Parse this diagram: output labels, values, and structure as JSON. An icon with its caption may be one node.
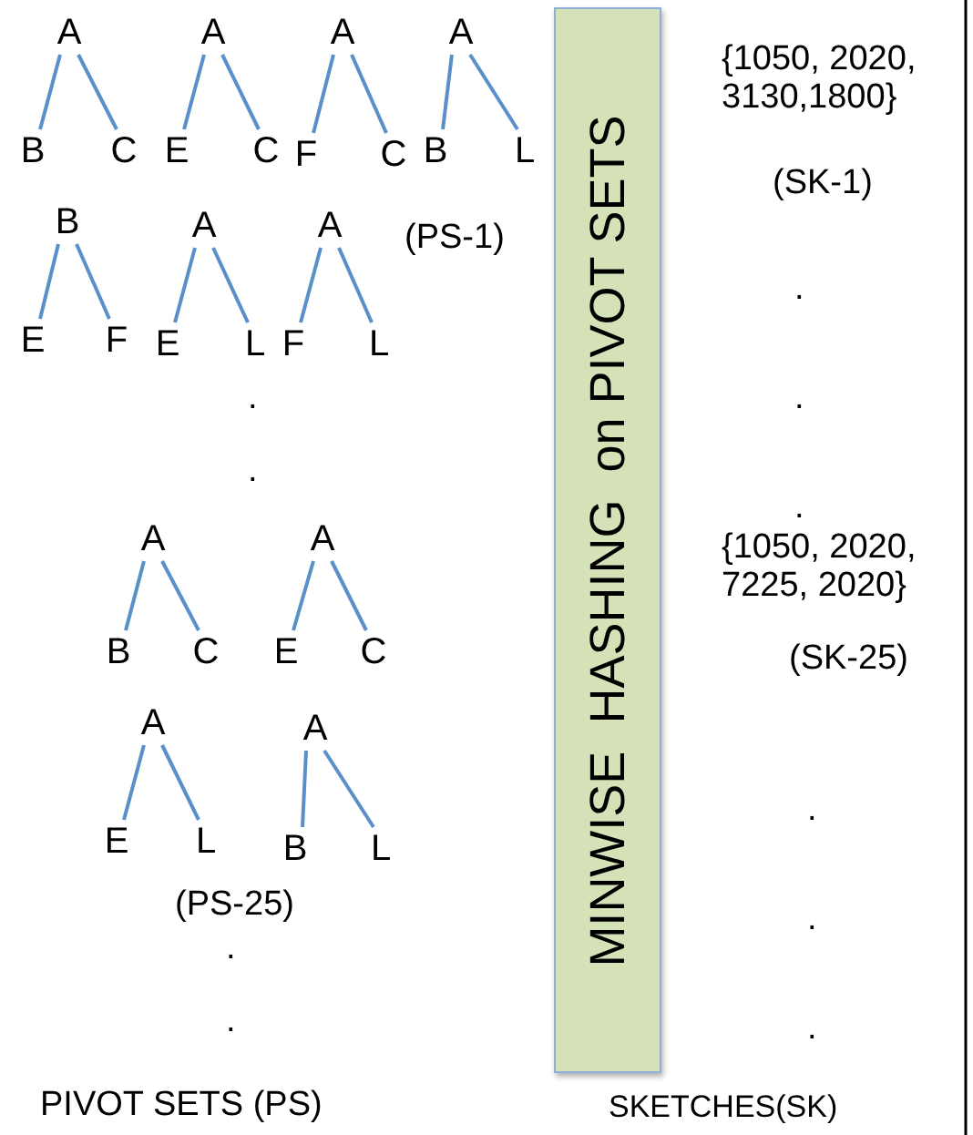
{
  "diagram": {
    "nodes": [
      {
        "text": [
          "A"
        ]
      },
      {
        "text": [
          "B"
        ]
      },
      {
        "text": [
          "C"
        ]
      },
      {
        "text": [
          "A"
        ]
      },
      {
        "text": [
          "E"
        ]
      },
      {
        "text": [
          "C"
        ]
      },
      {
        "text": [
          "A"
        ]
      },
      {
        "text": [
          "F"
        ]
      },
      {
        "text": [
          "C"
        ]
      },
      {
        "text": [
          "A"
        ]
      },
      {
        "text": [
          "B"
        ]
      },
      {
        "text": [
          "L"
        ]
      },
      {
        "text": [
          "B"
        ]
      },
      {
        "text": [
          "E"
        ]
      },
      {
        "text": [
          "F"
        ]
      },
      {
        "text": [
          "A"
        ]
      },
      {
        "text": [
          "E"
        ]
      },
      {
        "text": [
          "L"
        ]
      },
      {
        "text": [
          "A"
        ]
      },
      {
        "text": [
          "F"
        ]
      },
      {
        "text": [
          "L"
        ]
      },
      {
        "text": [
          "A"
        ]
      },
      {
        "text": [
          "B"
        ]
      },
      {
        "text": [
          "C"
        ]
      },
      {
        "text": [
          "A"
        ]
      },
      {
        "text": [
          "E"
        ]
      },
      {
        "text": [
          "C"
        ]
      },
      {
        "text": [
          "A"
        ]
      },
      {
        "text": [
          "E"
        ]
      },
      {
        "text": [
          "L"
        ]
      },
      {
        "text": [
          "A"
        ]
      },
      {
        "text": [
          "B"
        ]
      },
      {
        "text": [
          "L"
        ]
      },
      {
        "text": [
          "MINWISE  HASHING  on PIVOT SETS"
        ]
      }
    ],
    "edges": [
      {
        "from": 0,
        "to": 1,
        "arrow": "none"
      },
      {
        "from": 0,
        "to": 2,
        "arrow": "none"
      },
      {
        "from": 3,
        "to": 4,
        "arrow": "none"
      },
      {
        "from": 3,
        "to": 5,
        "arrow": "none"
      },
      {
        "from": 6,
        "to": 7,
        "arrow": "none"
      },
      {
        "from": 6,
        "to": 8,
        "arrow": "none"
      },
      {
        "from": 9,
        "to": 10,
        "arrow": "none"
      },
      {
        "from": 9,
        "to": 11,
        "arrow": "none"
      },
      {
        "from": 12,
        "to": 13,
        "arrow": "none"
      },
      {
        "from": 12,
        "to": 14,
        "arrow": "none"
      },
      {
        "from": 15,
        "to": 16,
        "arrow": "none"
      },
      {
        "from": 15,
        "to": 17,
        "arrow": "none"
      },
      {
        "from": 18,
        "to": 19,
        "arrow": "none"
      },
      {
        "from": 18,
        "to": 20,
        "arrow": "none"
      },
      {
        "from": 21,
        "to": 22,
        "arrow": "none"
      },
      {
        "from": 21,
        "to": 23,
        "arrow": "none"
      },
      {
        "from": 24,
        "to": 25,
        "arrow": "none"
      },
      {
        "from": 24,
        "to": 26,
        "arrow": "none"
      },
      {
        "from": 27,
        "to": 28,
        "arrow": "none"
      },
      {
        "from": 27,
        "to": 29,
        "arrow": "none"
      },
      {
        "from": 30,
        "to": 31,
        "arrow": "none"
      },
      {
        "from": 30,
        "to": 32,
        "arrow": "none"
      }
    ],
    "labels": [
      "{1050, 2020, 3130,1800}",
      "(SK-1)",
      "(PS-1)",
      ".",
      ".",
      ".",
      ".",
      ".",
      "{1050, 2020, 7225, 2020}",
      "(SK-25)",
      ".",
      ".",
      ".",
      "(PS-25)",
      ".",
      ".",
      "PIVOT SETS (PS)",
      "SKETCHES(SK)"
    ]
  }
}
